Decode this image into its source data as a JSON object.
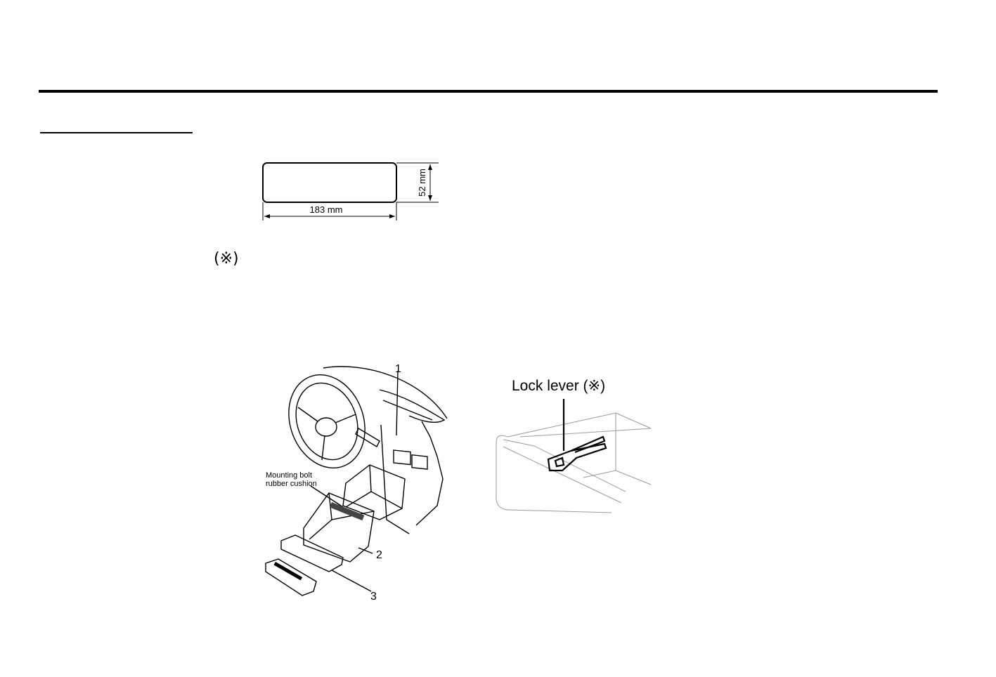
{
  "cutout": {
    "width_label": "183 mm",
    "height_label": "52 mm"
  },
  "reference_mark": "(※)",
  "figure_left": {
    "callout_1": "1",
    "callout_2": "2",
    "callout_3": "3",
    "mounting_label_line1": "Mounting bolt",
    "mounting_label_line2": "rubber cushion"
  },
  "figure_right": {
    "lock_lever_label": "Lock lever (※)"
  }
}
